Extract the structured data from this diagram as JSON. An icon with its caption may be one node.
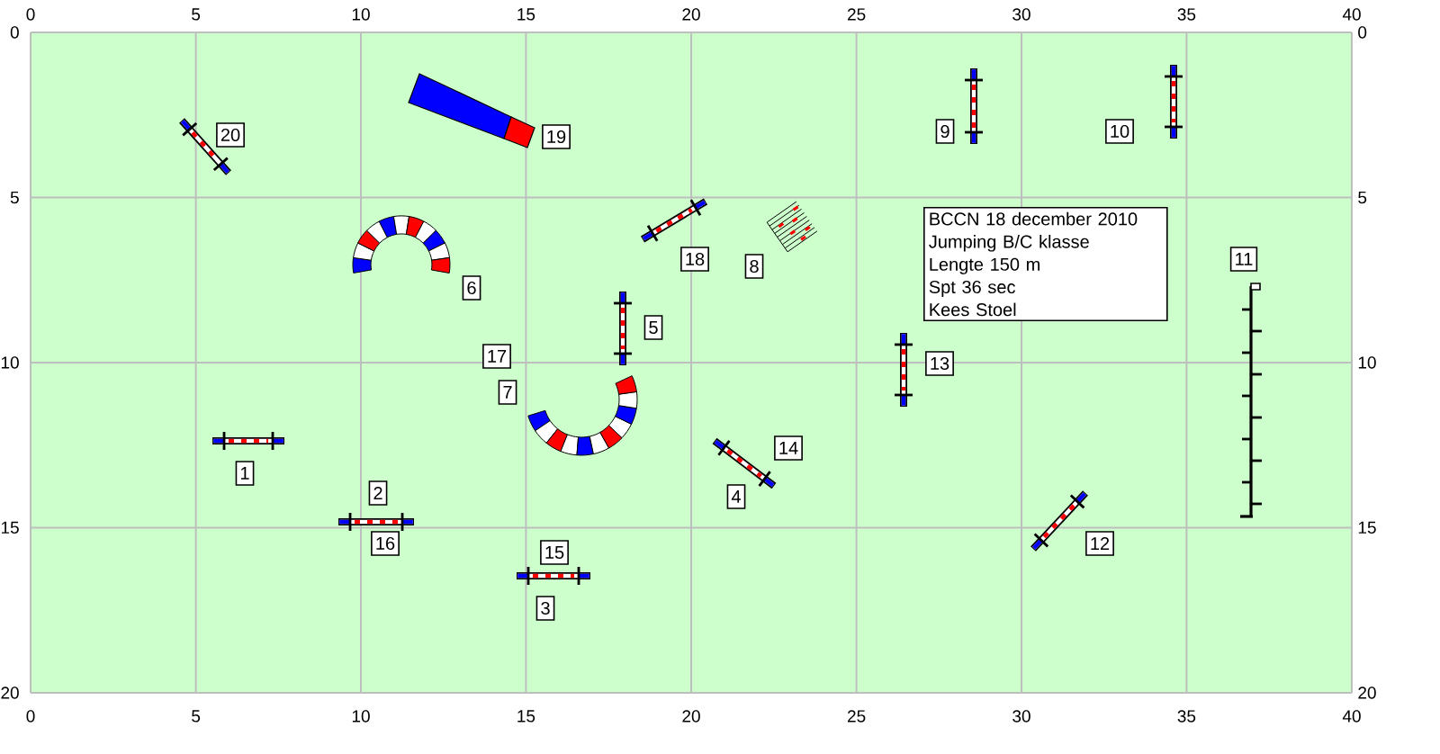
{
  "diagram": {
    "nodes": [
      {
        "text": [
          "20"
        ]
      },
      {
        "text": [
          "19"
        ]
      },
      {
        "text": [
          "9"
        ]
      },
      {
        "text": [
          "10"
        ]
      },
      {
        "text": [
          "BCCN 18 december 2010",
          "Jumping B/C klasse",
          "Lengte 150 m",
          "Spt 36 sec",
          "Kees Stoel"
        ]
      },
      {
        "text": [
          "18"
        ]
      },
      {
        "text": [
          "8"
        ]
      },
      {
        "text": [
          "11"
        ]
      },
      {
        "text": [
          "6"
        ]
      },
      {
        "text": [
          "5"
        ]
      },
      {
        "text": [
          "17"
        ]
      },
      {
        "text": [
          "13"
        ]
      },
      {
        "text": [
          "7"
        ]
      },
      {
        "text": [
          "14"
        ]
      },
      {
        "text": [
          "1"
        ]
      },
      {
        "text": [
          "2"
        ]
      },
      {
        "text": [
          "4"
        ]
      },
      {
        "text": [
          "16"
        ]
      },
      {
        "text": [
          "12"
        ]
      },
      {
        "text": [
          "15"
        ]
      },
      {
        "text": [
          "3"
        ]
      }
    ],
    "labels": [
      "0",
      "5",
      "10",
      "15",
      "20",
      "25",
      "30",
      "35",
      "40",
      "0",
      "5",
      "10",
      "15",
      "20",
      "0",
      "5",
      "10",
      "15",
      "20",
      "0",
      "5",
      "10",
      "15",
      "20",
      "25",
      "30",
      "35",
      "40"
    ]
  }
}
